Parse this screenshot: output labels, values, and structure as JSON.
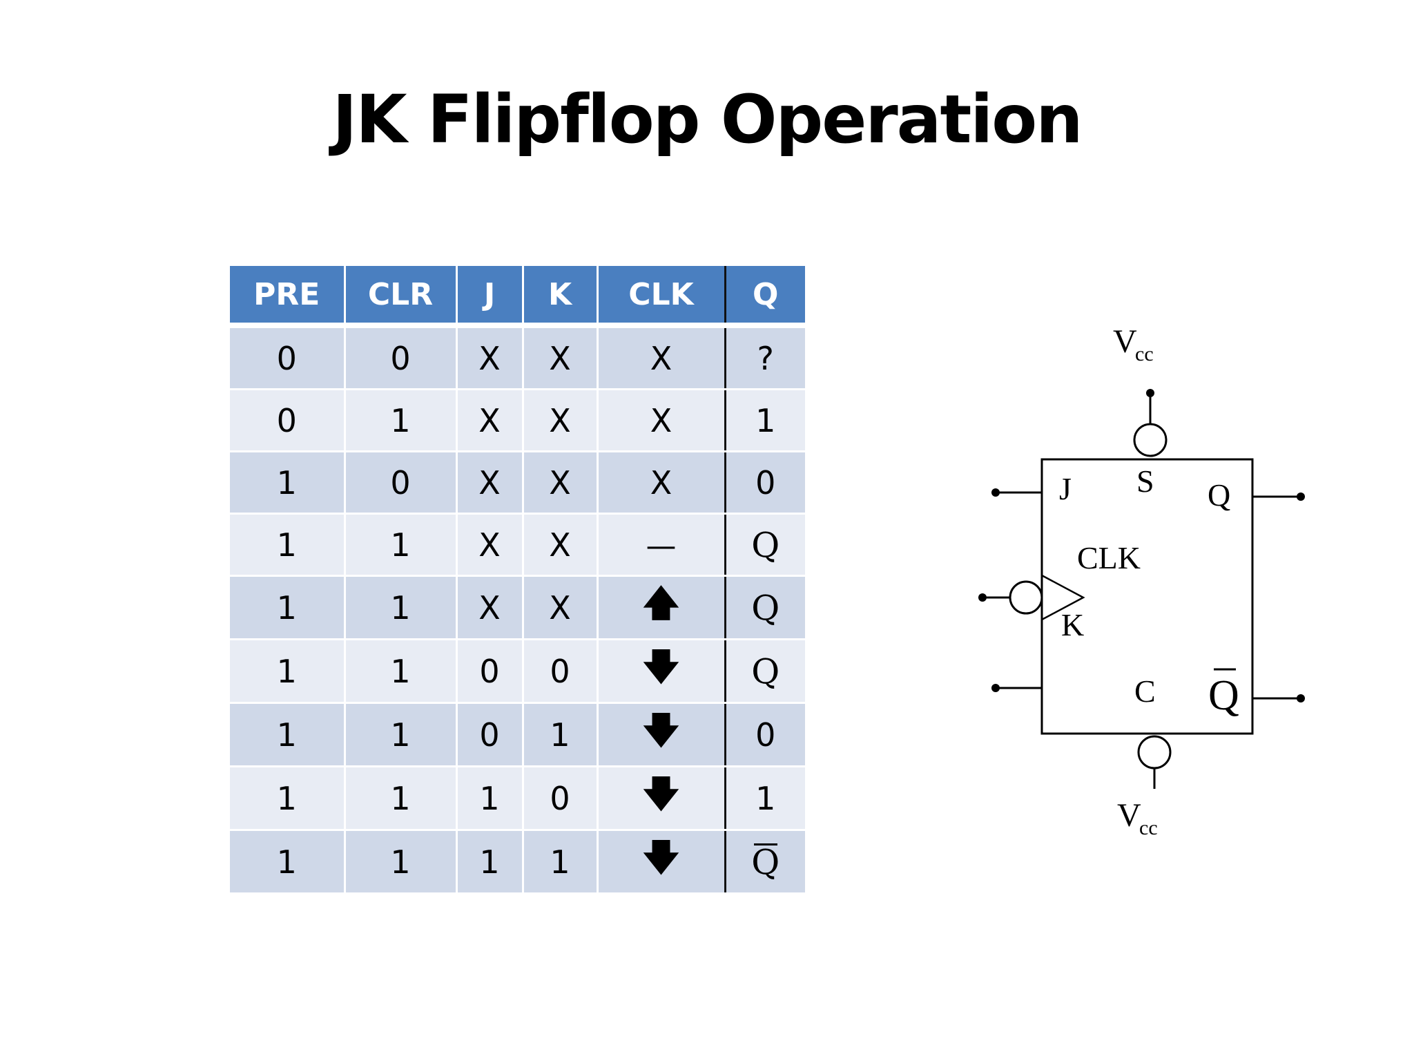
{
  "title": "JK Flipflop Operation",
  "truth_table": {
    "headers": [
      "PRE",
      "CLR",
      "J",
      "K",
      "CLK",
      "Q"
    ],
    "rows": [
      [
        "0",
        "0",
        "X",
        "X",
        "X",
        "?"
      ],
      [
        "0",
        "1",
        "X",
        "X",
        "X",
        "1"
      ],
      [
        "1",
        "0",
        "X",
        "X",
        "X",
        "0"
      ],
      [
        "1",
        "1",
        "X",
        "X",
        "—",
        "Q"
      ],
      [
        "1",
        "1",
        "X",
        "X",
        "🡅",
        "Q"
      ],
      [
        "1",
        "1",
        "0",
        "0",
        "🡇",
        "Q"
      ],
      [
        "1",
        "1",
        "0",
        "1",
        "🡇",
        "0"
      ],
      [
        "1",
        "1",
        "1",
        "0",
        "🡇",
        "1"
      ],
      [
        "1",
        "1",
        "1",
        "1",
        "🡇",
        "Q"
      ]
    ],
    "q_overbar_rows": [
      8
    ],
    "clock_edge_icons": [
      "none",
      "none",
      "none",
      "level-line-icon",
      "up-arrow-icon",
      "down-arrow-icon",
      "down-arrow-icon",
      "down-arrow-icon",
      "down-arrow-icon"
    ],
    "colors": {
      "header": "#4a7fc0",
      "row_dark": "#cfd8e8",
      "row_light": "#e8ecf4"
    }
  },
  "flipflop": {
    "vcc_top_main": "V",
    "vcc_top_sub": "cc",
    "vcc_bottom_main": "V",
    "vcc_bottom_sub": "cc",
    "pin_j": "J",
    "pin_s": "S",
    "pin_q": "Q",
    "pin_clk": "CLK",
    "pin_k": "K",
    "pin_c": "C",
    "pin_qbar": "Q"
  }
}
